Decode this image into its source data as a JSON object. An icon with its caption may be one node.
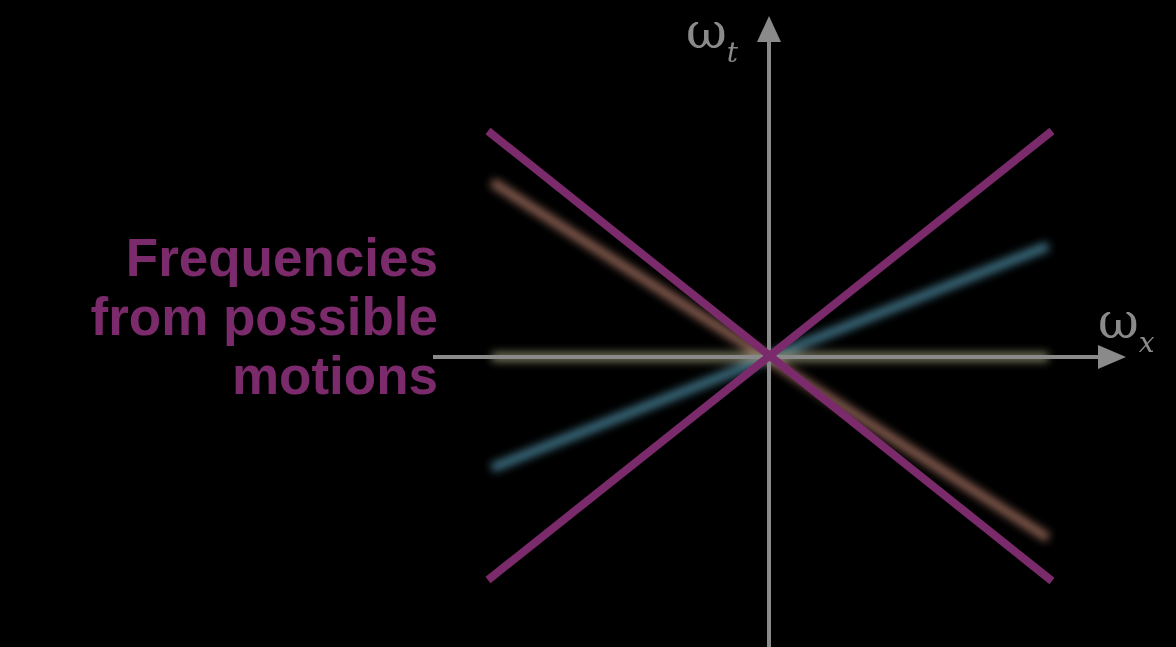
{
  "diagram": {
    "labels": [
      "ω$_{t}$",
      "Frequencies from possible motions",
      "ω$_{x}$"
    ]
  }
}
